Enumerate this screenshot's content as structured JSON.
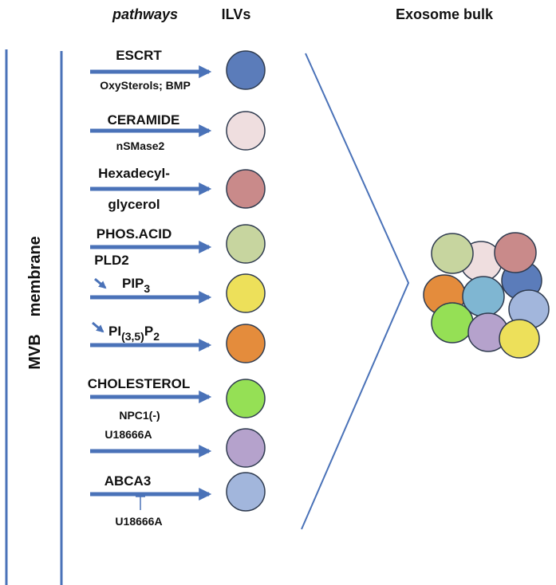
{
  "headers": {
    "pathways": "pathways",
    "ilvs": "ILVs",
    "exosome_bulk": "Exosome bulk"
  },
  "side_label": {
    "word1": "MVB",
    "word2": "membrane"
  },
  "rows": [
    {
      "label": "ESCRT",
      "sublabel": "OxySterols; BMP",
      "color": "#5b7cba"
    },
    {
      "label": "CERAMIDE",
      "sublabel": "nSMase2",
      "color": "#efdedf"
    },
    {
      "label_line1": "Hexadecyl-",
      "label_line2": "glycerol",
      "color": "#c98a8a"
    },
    {
      "label": "PHOS.ACID",
      "sublabel": "PLD2",
      "color": "#c7d59f"
    },
    {
      "label": "PIP",
      "label_subscript": "3",
      "color": "#ede05a"
    },
    {
      "label_pre": "PI",
      "label_subscript": "(3,5)",
      "label_mid": "P",
      "label_subscript2": "2",
      "color": "#e48c3c"
    },
    {
      "label": "CHOLESTEROL",
      "sublabel": "NPC1(-)",
      "color": "#95e055"
    },
    {
      "label": "U18666A",
      "color": "#b5a2cc"
    },
    {
      "label": "ABCA3",
      "sublabel": "U18666A",
      "color": "#a2b6dc"
    }
  ],
  "cluster_colors": {
    "green": "#c7d59f",
    "pink": "#efdedf",
    "rose": "#c98a8a",
    "blue": "#5b7cba",
    "orange": "#e48c3c",
    "cyan": "#7fb6d2",
    "lightblue": "#a2b6dc",
    "lime": "#95e055",
    "purple": "#b5a2cc",
    "yellow": "#ede05a"
  },
  "line_color": "#4a72b8"
}
